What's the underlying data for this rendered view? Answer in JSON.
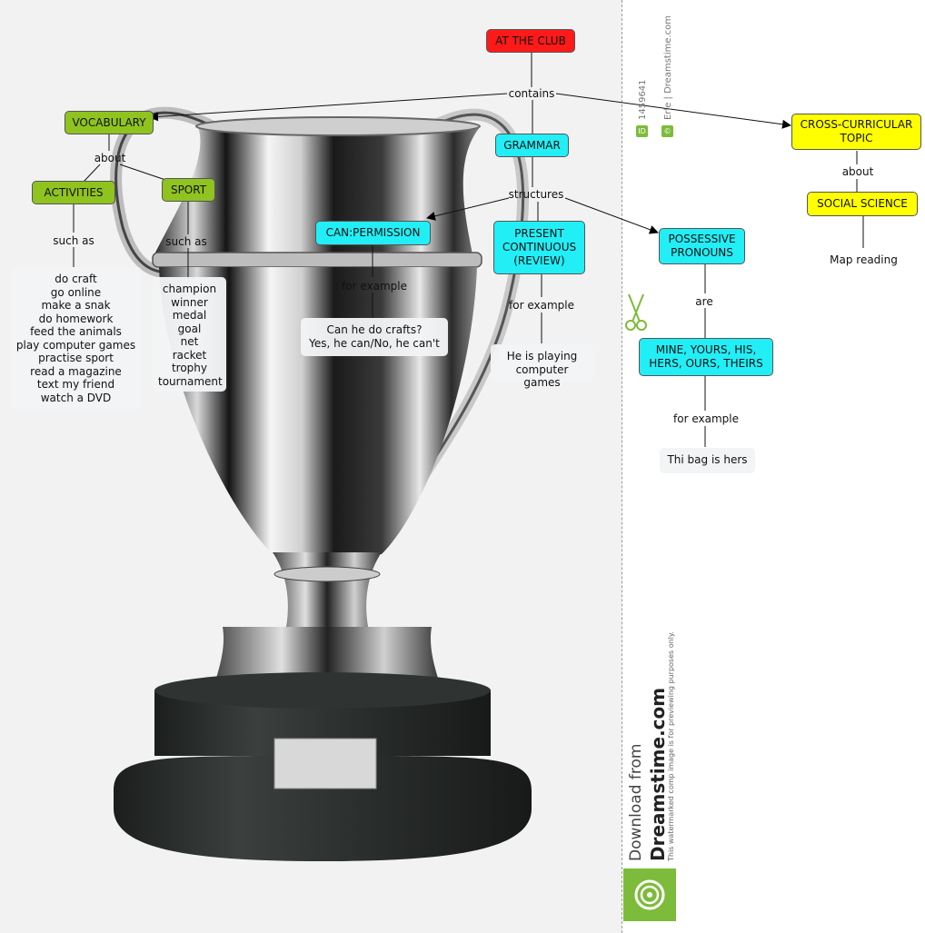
{
  "nodes": {
    "at_the_club": "AT THE CLUB",
    "vocabulary": "VOCABULARY",
    "activities": "ACTIVITIES",
    "sport": "SPORT",
    "grammar": "GRAMMAR",
    "can_permission": "CAN:PERMISSION",
    "present_continuous": "PRESENT\nCONTINUOUS\n(REVIEW)",
    "possessive_pronouns": "POSSESSIVE\nPRONOUNS",
    "cross_curricular": "CROSS-CURRICULAR\nTOPIC",
    "social_science": "SOCIAL SCIENCE",
    "mine_yours": "MINE, YOURS, HIS,\nHERS, OURS, THEIRS"
  },
  "labels": {
    "contains": "contains",
    "about_vocab": "about",
    "such_as_activities": "such as",
    "such_as_sport": "such as",
    "structures": "structures",
    "for_example_can": "for example",
    "for_example_present": "for example",
    "are": "are",
    "for_example_pronouns": "for example",
    "about_topic": "about"
  },
  "examples": {
    "activities_list": "do craft\ngo online\nmake a snak\ndo homework\nfeed the animals\nplay computer games\npractise sport\nread a magazine\ntext my friend\nwatch a DVD",
    "sport_list": "champion\nwinner\nmedal\ngoal\nnet\nracket\ntrophy\ntournament",
    "can_example": "Can he do crafts?\nYes, he can/No, he can't",
    "present_example": "He is playing\ncomputer games",
    "pronoun_example": "Thi bag is hers",
    "map_reading": "Map reading"
  },
  "watermark": {
    "id_number": "1459641",
    "author": "Erle | Dreamstime.com",
    "download_from": "Download from",
    "site": "Dreamstime.com",
    "notice": "This watermarked comp image is for previewing purposes only."
  },
  "colors": {
    "red_node": "#ff1a1a",
    "green_node": "#8fc31f",
    "cyan_node": "#22eef6",
    "yellow_node": "#ffff00",
    "brand_green": "#7dbb3a"
  }
}
